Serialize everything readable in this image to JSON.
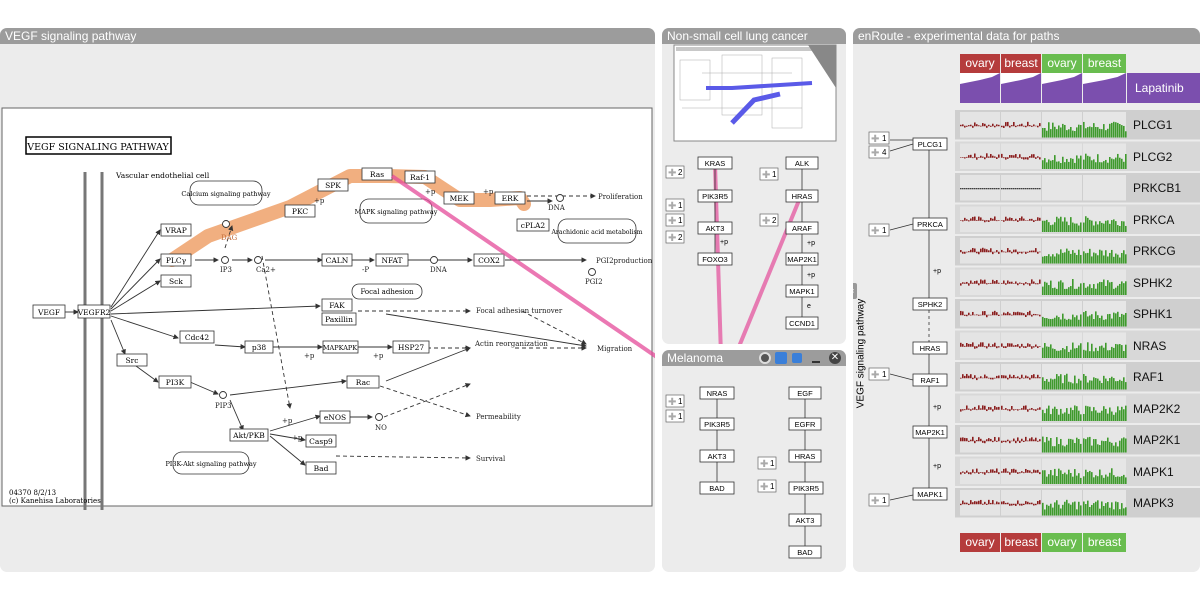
{
  "panels": {
    "vegf": {
      "title": "VEGF signaling pathway"
    },
    "nsclc": {
      "title": "Non-small cell lung cancer"
    },
    "melanoma": {
      "title": "Melanoma"
    },
    "enroute": {
      "title": "enRoute - experimental data for paths",
      "side_label": "VEGF signaling pathway"
    }
  },
  "kegg": {
    "title": "VEGF SIGNALING PATHWAY",
    "cell_label": "Vascular endothelial cell",
    "footer_line1": "04370 8/2/13",
    "footer_line2": "(c) Kanehisa Laboratories",
    "nodes": {
      "vegf": "VEGF",
      "vegfr2": "VEGFR2",
      "vrap": "VRAP",
      "plcy": "PLCγ",
      "sck": "Sck",
      "pkc": "PKC",
      "spk": "SPK",
      "ras": "Ras",
      "raf1": "Raf-1",
      "mek": "MEK",
      "erk": "ERK",
      "cpla2": "cPLA2",
      "caln": "CALN",
      "nfat": "NFAT",
      "cox2": "COX2",
      "fak": "FAK",
      "paxillin": "Paxillin",
      "cdc42": "Cdc42",
      "p38": "p38",
      "mapkapk": "MAPKAPK",
      "hsp27": "HSP27",
      "src": "Src",
      "pi3k": "PI3K",
      "rac": "Rac",
      "aktpkb": "Akt/PKB",
      "enos": "eNOS",
      "casp9": "Casp9",
      "bad": "Bad"
    },
    "pathways": {
      "calcium": "Calcium signaling pathway",
      "mapk": "MAPK signaling pathway",
      "arach": "Arachidonic acid metabolism",
      "focal": "Focal adhesion",
      "pi3kakt": "PI3K-Akt signaling pathway"
    },
    "labels": {
      "dag": "DAG",
      "ip3": "IP3",
      "ca": "Ca2+",
      "dna1": "DNA",
      "dna2": "DNA",
      "pgi2prod": "PGI2production",
      "pgi2": "PGI2",
      "pip3": "PIP3",
      "no": "NO",
      "prolif": "Proliferation",
      "fat": "Focal adhesion turnover",
      "actin": "Actin reorganization",
      "migration": "Migration",
      "perm": "Permeability",
      "survival": "Survival",
      "p1": "+p",
      "p2": "+p",
      "p3": "+p",
      "p4": "+p",
      "p5": "+p",
      "p6": "+p",
      "p7": "+p",
      "mp": "-P"
    }
  },
  "nsclc_nodes": {
    "kras": "KRAS",
    "pik3r5": "PIK3R5",
    "akt3": "AKT3",
    "foxo3": "FOXO3",
    "alk": "ALK",
    "hras": "HRAS",
    "araf": "ARAF",
    "map2k1": "MAP2K1",
    "mapk1": "MAPK1",
    "ccnd1": "CCND1",
    "b1": "2",
    "b2": "1",
    "b3": "1",
    "b4": "2",
    "b5": "1",
    "b6": "2",
    "p1": "+p",
    "p2": "+p",
    "p3": "+p",
    "e1": "e"
  },
  "melanoma_nodes": {
    "nras": "NRAS",
    "pik3r5": "PIK3R5",
    "akt3": "AKT3",
    "bad": "BAD",
    "egf": "EGF",
    "egfr": "EGFR",
    "hras": "HRAS",
    "pik3r5b": "PIK3R5",
    "akt3b": "AKT3",
    "badb": "BAD",
    "b1": "1",
    "b2": "1",
    "b3": "1",
    "b4": "1"
  },
  "enroute": {
    "columns": [
      "ovary",
      "breast",
      "ovary",
      "breast"
    ],
    "column_colors": [
      "#b53c3c",
      "#b53c3c",
      "#69bd4f",
      "#69bd4f"
    ],
    "drug": "Lapatinib",
    "drug_color": "#7b4fae",
    "genes": [
      "PLCG1",
      "PLCG2",
      "PRKCB1",
      "PRKCA",
      "PRKCG",
      "SPHK2",
      "SPHK1",
      "NRAS",
      "RAF1",
      "MAP2K2",
      "MAP2K1",
      "MAPK1",
      "MAPK3"
    ],
    "path_nodes": {
      "plcg1": "PLCG1",
      "prkca": "PRKCA",
      "sphk2": "SPHK2",
      "hras": "HRAS",
      "raf1": "RAF1",
      "map2k1": "MAP2K1",
      "mapk1": "MAPK1"
    },
    "badges": {
      "b1": "1",
      "b2": "4",
      "b3": "1",
      "b4": "1",
      "b5": "1"
    },
    "plus": {
      "p1": "+p",
      "p2": "+p",
      "p3": "+p"
    }
  }
}
